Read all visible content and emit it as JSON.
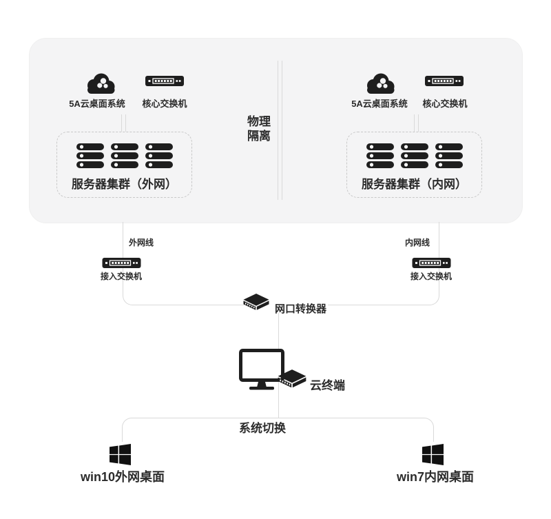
{
  "colors": {
    "background": "#ffffff",
    "panel_fill": "#f4f4f5",
    "line": "#d9d9d9",
    "dashed_border": "#c8c8c8",
    "icon": "#1e1e1e",
    "text": "#2b2b2b"
  },
  "panel": {
    "isolation": {
      "line1": "物理",
      "line2": "隔离"
    },
    "groups": [
      {
        "id": "external",
        "cloud_label": "5A云桌面系统",
        "core_switch_label": "核心交换机",
        "cluster_label": "服务器集群（外网）"
      },
      {
        "id": "internal",
        "cloud_label": "5A云桌面系统",
        "core_switch_label": "核心交换机",
        "cluster_label": "服务器集群（内网）"
      }
    ]
  },
  "links": {
    "external_line_label": "外网线",
    "internal_line_label": "内网线",
    "external_access_switch_label": "接入交换机",
    "internal_access_switch_label": "接入交换机",
    "converter_label": "网口转换器"
  },
  "terminal": {
    "label": "云终端"
  },
  "switching": {
    "label": "系统切换"
  },
  "desktops": {
    "external_label": "win10外网桌面",
    "internal_label": "win7内网桌面"
  },
  "icons": {
    "cloud": "cloud-icon",
    "core_switch": "switch-icon",
    "server_stack": "server-stack-icon",
    "access_switch": "switch-icon",
    "converter": "iso-box-icon",
    "monitor": "monitor-icon",
    "terminal_box": "iso-box-icon",
    "windows": "windows-logo-icon"
  }
}
